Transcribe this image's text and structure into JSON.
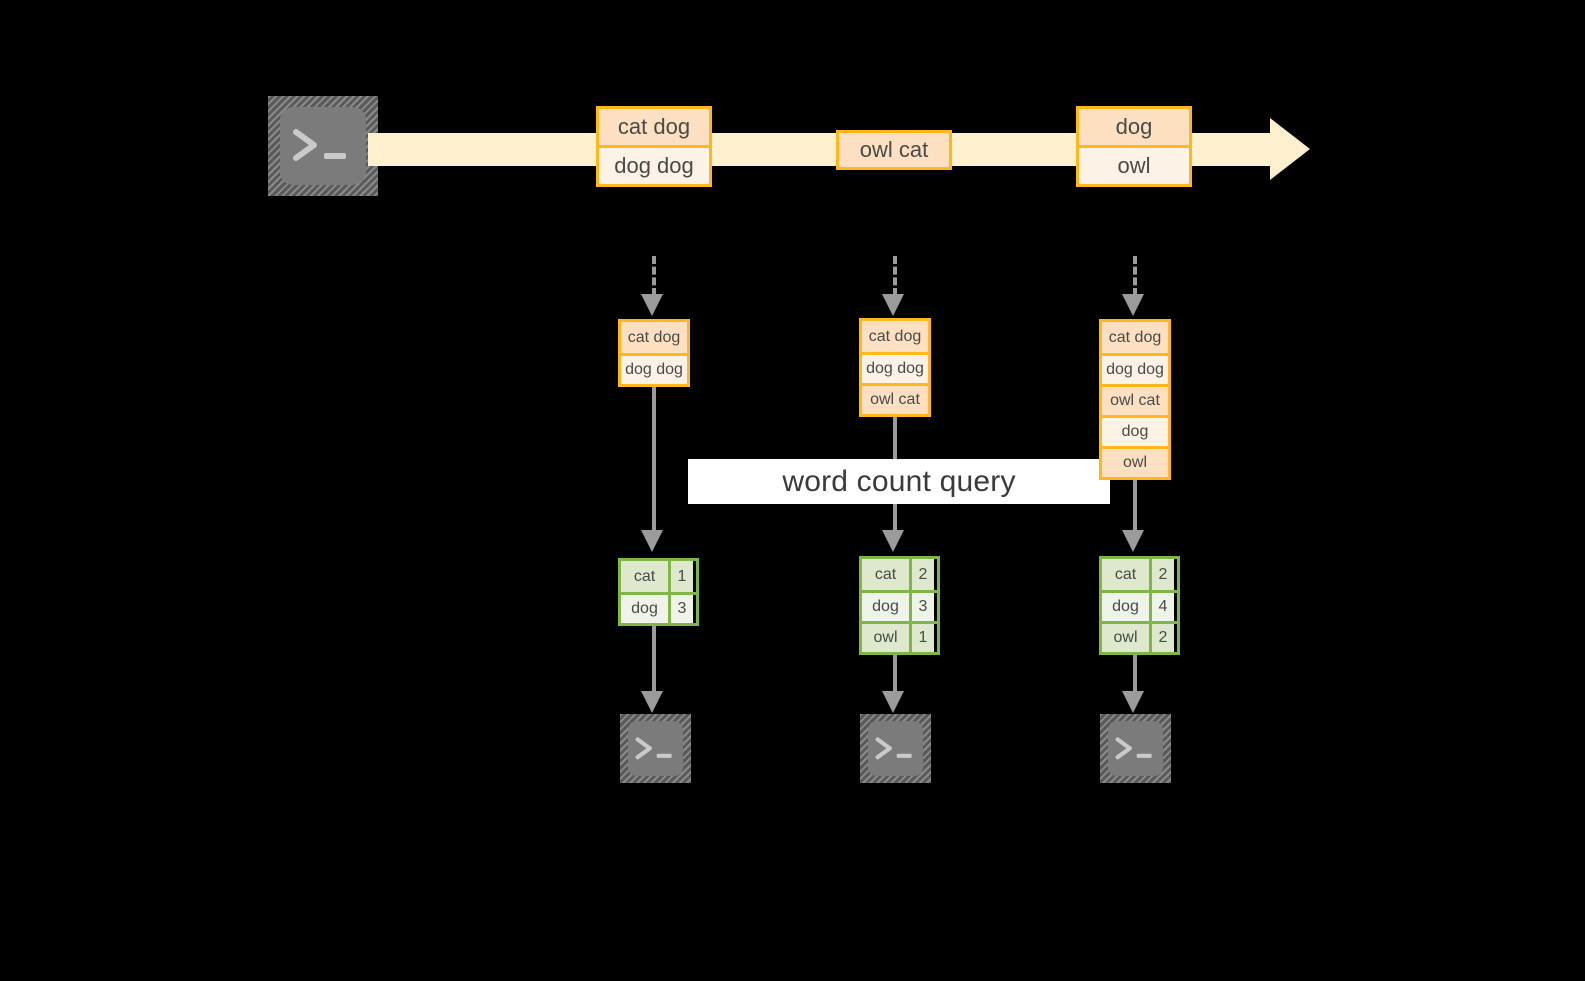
{
  "diagram": {
    "title": "word count query",
    "colors": {
      "background": "#000000",
      "event_border": "#ffb71b",
      "event_fill_dark": "#fce0c1",
      "event_fill_light": "#fdf2e6",
      "stream_band": "#fdf0ce",
      "table_border": "#82b548",
      "table_fill_dark": "#dde8cc",
      "table_fill_light": "#eff4e8",
      "connector": "#9b9b9b",
      "icon_gray": "#7b7b7b",
      "query_band": "#ffffff"
    },
    "source": {
      "icon": "terminal-icon",
      "glyph": ">_"
    },
    "stream": {
      "icon": "right-arrow-icon",
      "events": [
        {
          "lines": [
            "cat dog",
            "dog dog"
          ]
        },
        {
          "lines": [
            "owl cat"
          ]
        },
        {
          "lines": [
            "dog",
            "owl"
          ]
        }
      ]
    },
    "query_label": "word count query",
    "columns": [
      {
        "name": "snapshot-1",
        "input_stack": [
          "cat dog",
          "dog dog"
        ],
        "result_table": {
          "rows": [
            {
              "word": "cat",
              "count": "1"
            },
            {
              "word": "dog",
              "count": "3"
            }
          ]
        },
        "sink": {
          "icon": "terminal-icon",
          "glyph": ">_"
        }
      },
      {
        "name": "snapshot-2",
        "input_stack": [
          "cat dog",
          "dog dog",
          "owl cat"
        ],
        "result_table": {
          "rows": [
            {
              "word": "cat",
              "count": "2"
            },
            {
              "word": "dog",
              "count": "3"
            },
            {
              "word": "owl",
              "count": "1"
            }
          ]
        },
        "sink": {
          "icon": "terminal-icon",
          "glyph": ">_"
        }
      },
      {
        "name": "snapshot-3",
        "input_stack": [
          "cat dog",
          "dog dog",
          "owl cat",
          "dog",
          "owl"
        ],
        "result_table": {
          "rows": [
            {
              "word": "cat",
              "count": "2"
            },
            {
              "word": "dog",
              "count": "4"
            },
            {
              "word": "owl",
              "count": "2"
            }
          ]
        },
        "sink": {
          "icon": "terminal-icon",
          "glyph": ">_"
        }
      }
    ]
  }
}
